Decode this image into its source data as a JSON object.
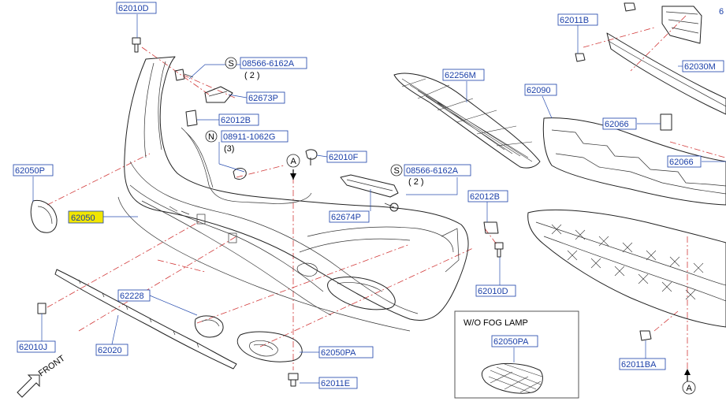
{
  "labels": {
    "l62010D": "62010D",
    "l08566a": "08566-6162A",
    "l2a": "( 2 )",
    "l62673P": "62673P",
    "l62012B_1": "62012B",
    "l08911": "08911-1062G",
    "l3": "(3)",
    "l62050P": "62050P",
    "l62050": "62050",
    "l62010F": "62010F",
    "l62256M": "62256M",
    "l08566b": "08566-6162A",
    "l2b": "( 2 )",
    "l62674P": "62674P",
    "l62012B_2": "62012B",
    "l62010D_2": "62010D",
    "l62228": "62228",
    "l62010J": "62010J",
    "l62020": "62020",
    "l62050PA": "62050PA",
    "l62011E": "62011E",
    "l62011B": "62011B",
    "l62030M": "62030M",
    "l62090": "62090",
    "l62066a": "62066",
    "l62066b": "62066",
    "l62011BA": "62011BA",
    "l62050PA_box": "62050PA",
    "box_title": "W/O   FOG   LAMP",
    "sym_s": "S",
    "sym_s2": "S",
    "sym_n": "N",
    "sym_a1": "A",
    "sym_a2": "A",
    "front": "FRONT",
    "edge_top": "6"
  },
  "colors": {
    "label_blue": "#1a3fa8",
    "highlight": "#f2e600",
    "centerline": "#d23b3b"
  }
}
